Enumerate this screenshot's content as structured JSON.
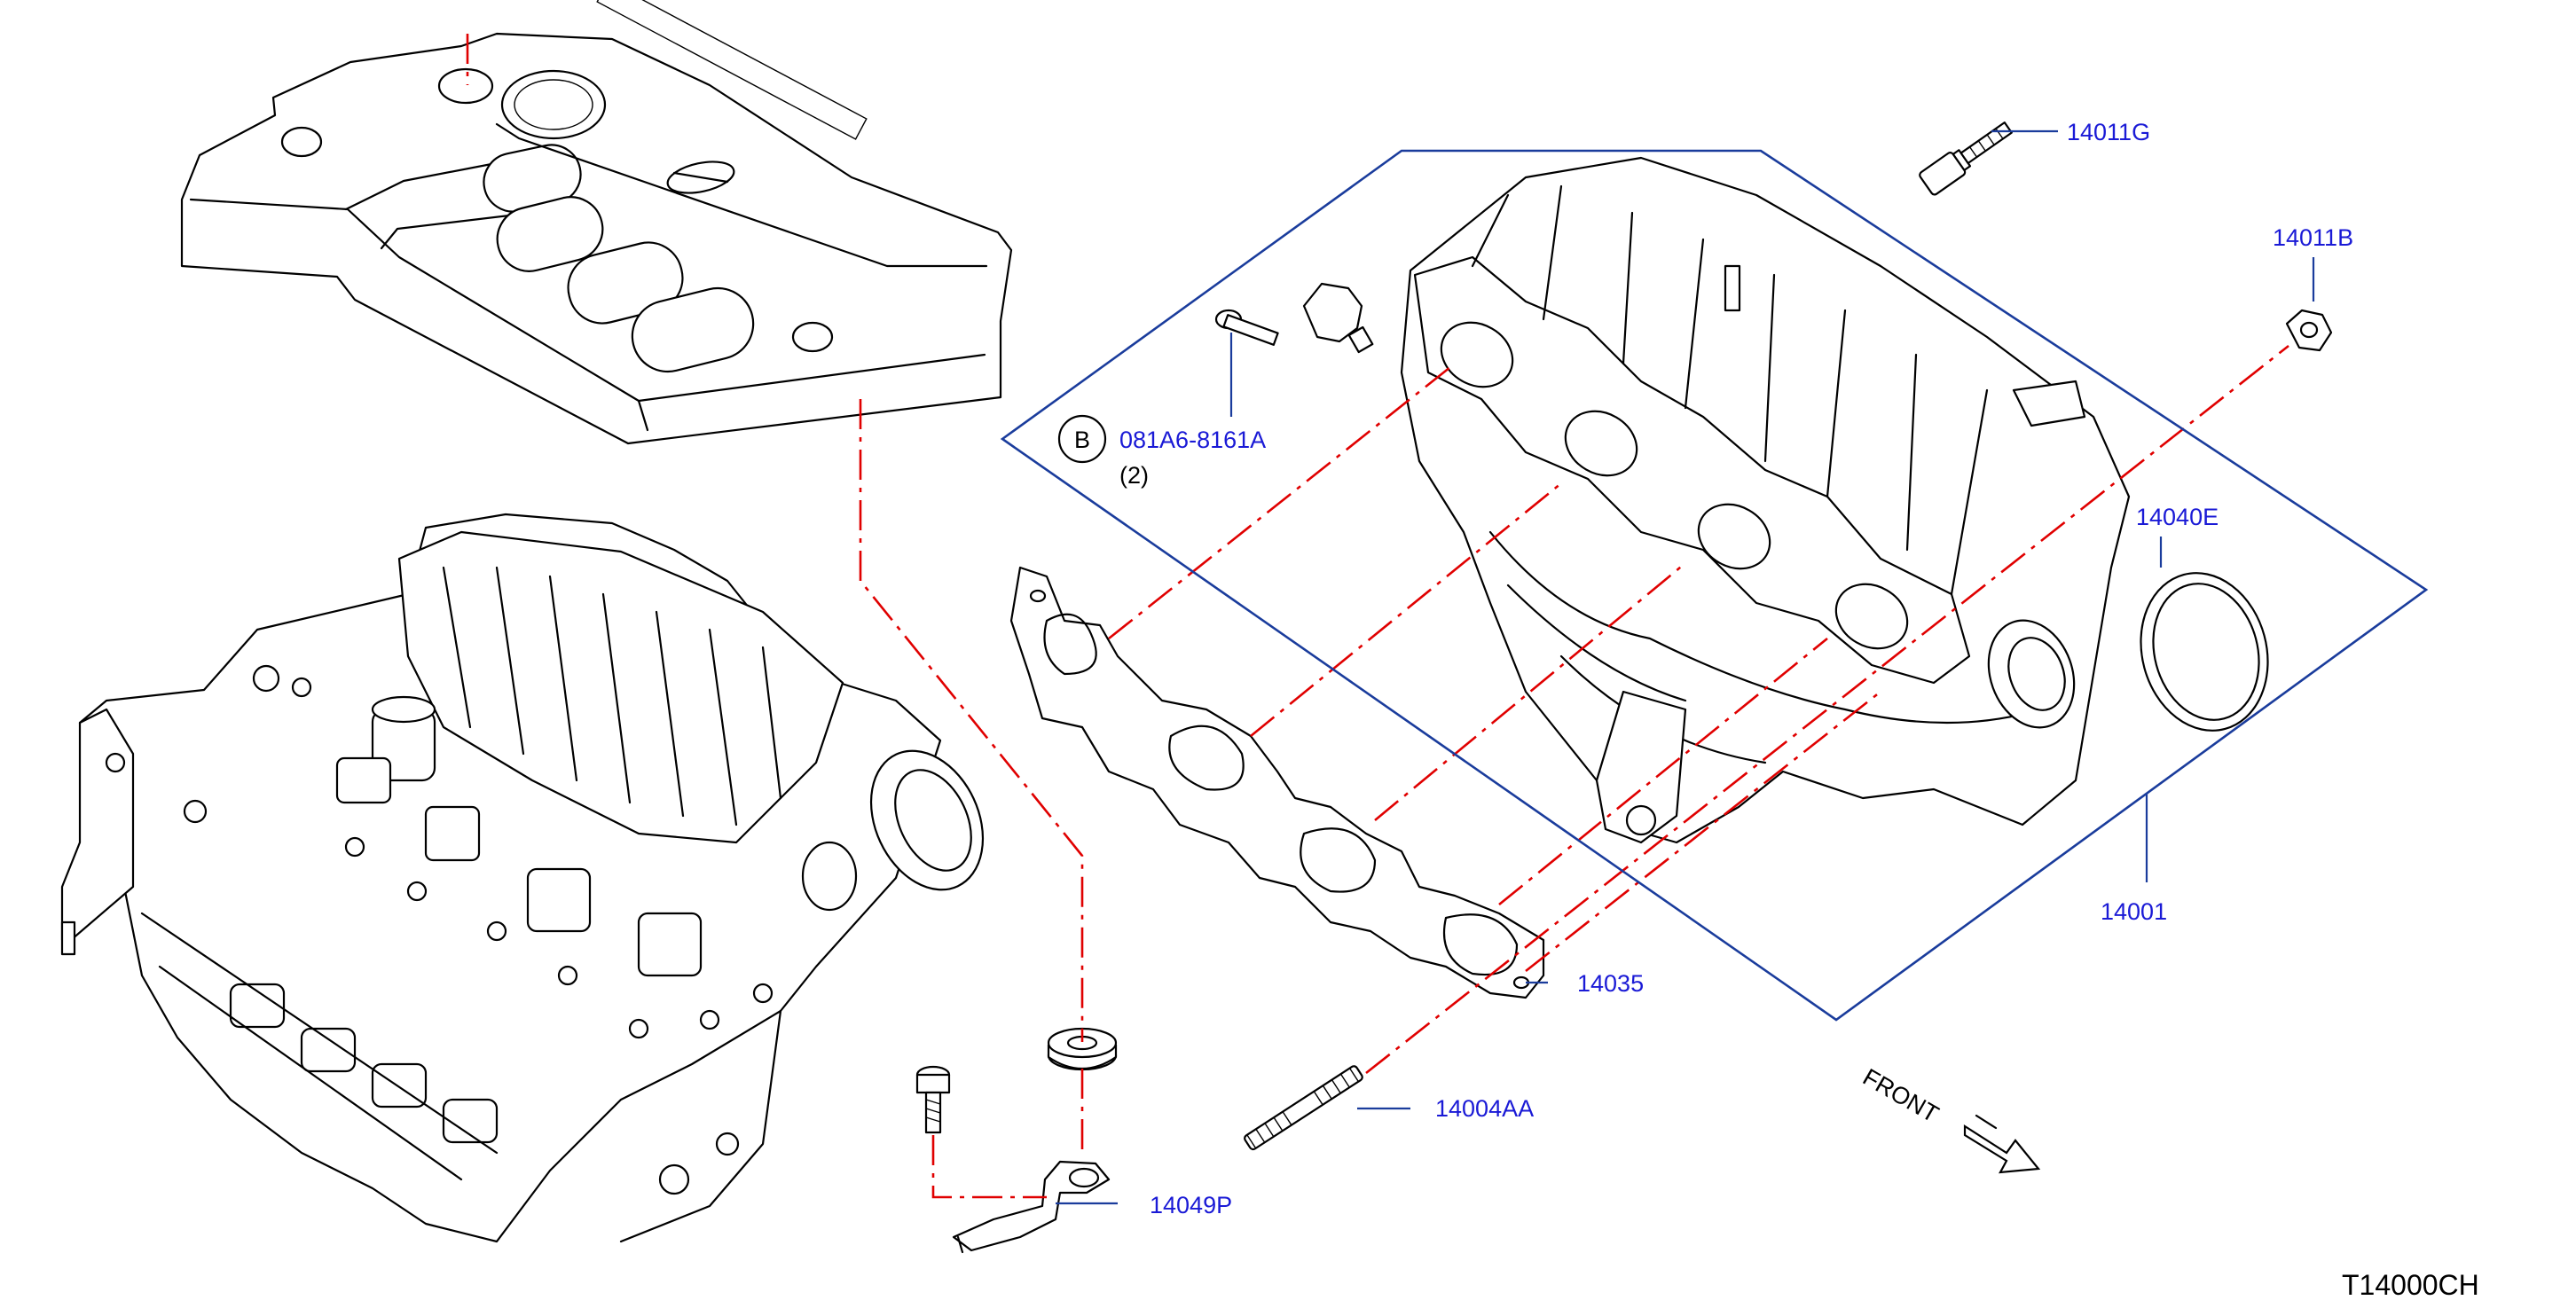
{
  "diagram_id": "T14000CH",
  "colors": {
    "label": "#1a1ad6",
    "leader": "#1a3c9c",
    "chain_line": "#e00000",
    "ink": "#000000"
  },
  "parts": {
    "p14011G": "14011G",
    "p14011B": "14011B",
    "p081A6": "081A6-8161A",
    "p081A6_qty": "(2)",
    "p081A6_badge": "B",
    "p14040E": "14040E",
    "p14001": "14001",
    "p14035": "14035",
    "p14004AA": "14004AA",
    "p14049P": "14049P"
  },
  "front_label": "FRONT"
}
